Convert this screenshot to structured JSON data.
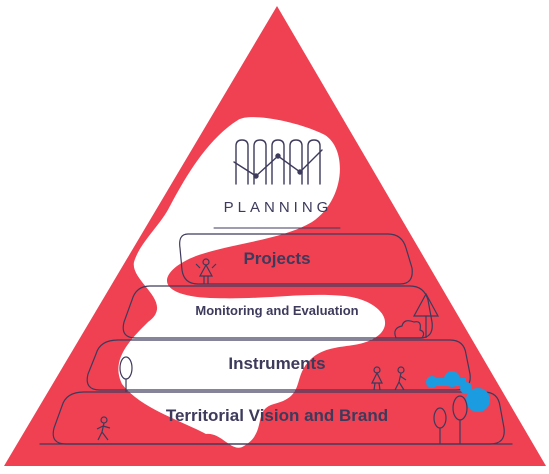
{
  "logo_word": "PLANNING",
  "layers": [
    {
      "label": "Projects"
    },
    {
      "label": "Monitoring and Evaluation"
    },
    {
      "label": "Instruments"
    },
    {
      "label": "Territorial Vision and Brand"
    }
  ],
  "colors": {
    "triangle": "#ef4152",
    "blob": "#ffffff",
    "outline": "#3d3a5c",
    "accent": "#1b9be0",
    "text": "#3d3a5c"
  }
}
